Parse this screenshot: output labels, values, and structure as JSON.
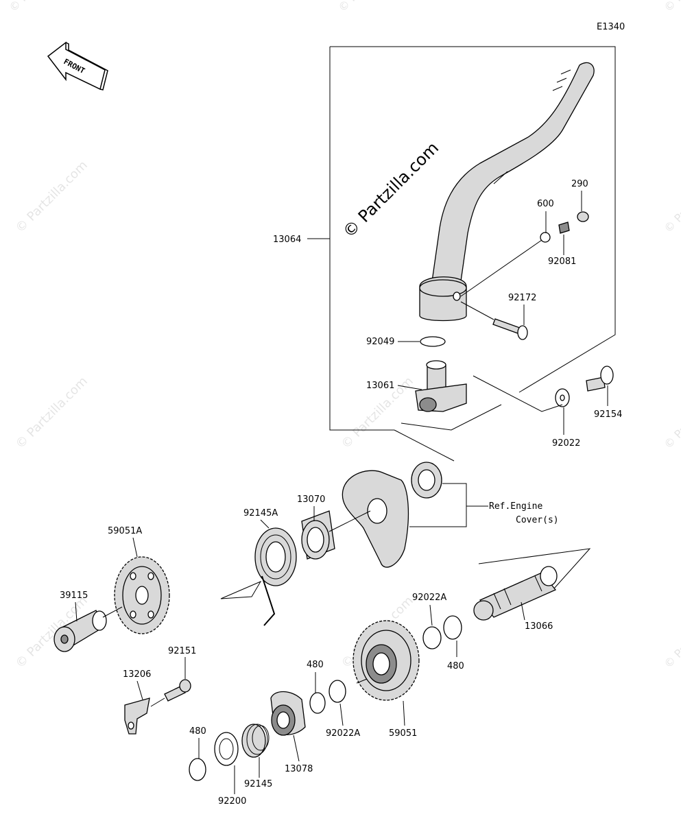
{
  "diagram_code": "E1340",
  "front_label": "FRONT",
  "watermark": "© Partzilla.com",
  "reference": {
    "line1": "Ref.Engine",
    "line2": "Cover(s)"
  },
  "parts": {
    "p13064": "13064",
    "p600": "600",
    "p290": "290",
    "p92081": "92081",
    "p92172": "92172",
    "p92049": "92049",
    "p13061": "13061",
    "p92154": "92154",
    "p92022": "92022",
    "p13070": "13070",
    "p92145A": "92145A",
    "p59051A": "59051A",
    "p39115": "39115",
    "p92022A_top": "92022A",
    "p480_right": "480",
    "p13066": "13066",
    "p92151": "92151",
    "p13206": "13206",
    "p480_mid": "480",
    "p92022A_mid": "92022A",
    "p59051": "59051",
    "p480_low": "480",
    "p92200": "92200",
    "p92145": "92145",
    "p13078": "13078"
  }
}
